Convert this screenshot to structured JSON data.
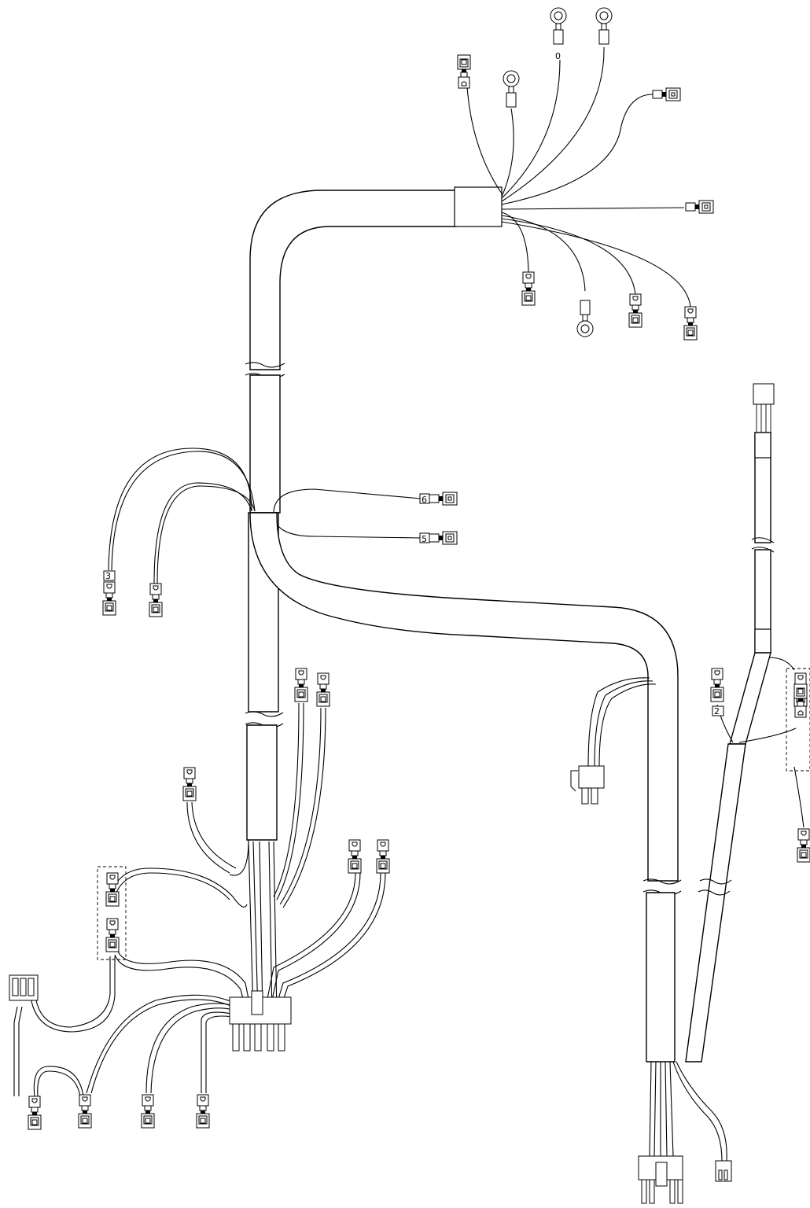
{
  "diagram": {
    "colors": {
      "line": "#000000",
      "background": "#ffffff"
    },
    "wire_labels": {
      "label_6": "6",
      "label_5": "5",
      "label_3": "3",
      "label_2": "2",
      "label_0": "0"
    }
  }
}
